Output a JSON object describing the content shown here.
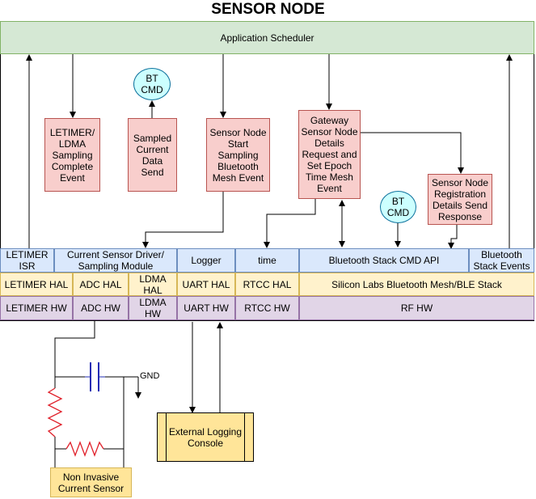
{
  "title": "SENSOR NODE",
  "scheduler": "Application Scheduler",
  "events": {
    "letimer_event": "LETIMER/\nLDMA\nSampling\nComplete\nEvent",
    "sampled_data": "Sampled\nCurrent\nData\nSend",
    "start_sampling": "Sensor Node\nStart\nSampling\nBluetooth\nMesh Event",
    "gateway_details": "Gateway\nSensor Node\nDetails\nRequest and\nSet Epoch\nTime Mesh\nEvent",
    "registration": "Sensor Node\nRegistration\nDetails Send\nResponse"
  },
  "bt_cmd_top": "BT\nCMD",
  "bt_cmd_right": "BT\nCMD",
  "layer_api": {
    "letimer_isr": "LETIMER\nISR",
    "current_driver": "Current Sensor Driver/\nSampling Module",
    "logger": "Logger",
    "time": "time",
    "bt_stack_api": "Bluetooth Stack CMD API",
    "bt_stack_events": "Bluetooth\nStack Events"
  },
  "layer_hal": {
    "letimer_hal": "LETIMER HAL",
    "adc_hal": "ADC HAL",
    "ldma_hal": "LDMA\nHAL",
    "uart_hal": "UART HAL",
    "rtcc_hal": "RTCC HAL",
    "silabs_stack": "Silicon Labs Bluetooth Mesh/BLE Stack"
  },
  "layer_hw": {
    "letimer_hw": "LETIMER HW",
    "adc_hw": "ADC HW",
    "ldma_hw": "LDMA\nHW",
    "uart_hw": "UART HW",
    "rtcc_hw": "RTCC HW",
    "rf_hw": "RF HW"
  },
  "external_console": "External Logging\nConsole",
  "gnd_label": "GND",
  "sensor": "Non Invasive\nCurrent Sensor",
  "colors": {
    "green": "#d5e8d4",
    "red": "#f8cecc",
    "blue": "#dae8fc",
    "yellow": "#fff2cc",
    "purple": "#e1d5e7",
    "cyan": "#ccffff",
    "resistor": "#e0212b",
    "capacitor": "#1f2bb4"
  }
}
